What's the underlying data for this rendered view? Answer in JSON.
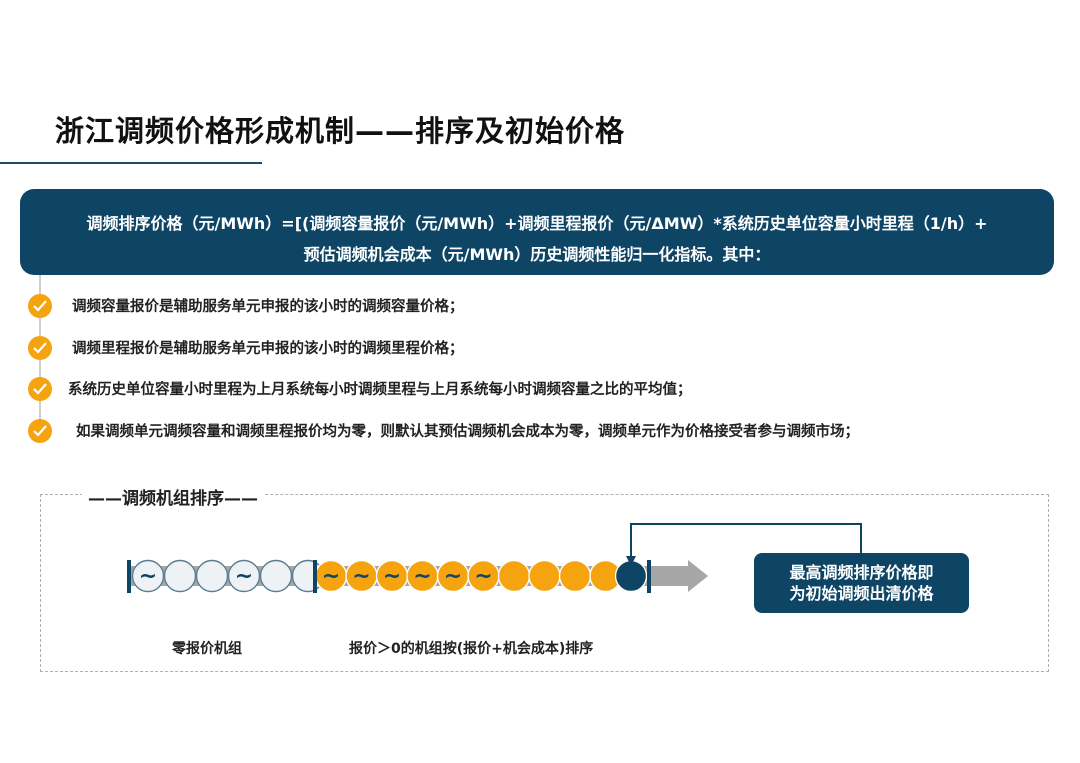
{
  "title": "浙江调频价格形成机制——排序及初始价格",
  "formula": {
    "line1": "调频排序价格（元/MWh）=[(调频容量报价（元/MWh）+调频里程报价（元/ΔMW）*系统历史单位容量小时里程（1/h）+",
    "line2": "预估调频机会成本（元/MWh）历史调频性能归一化指标。其中："
  },
  "bullets": [
    "调频容量报价是辅助服务单元申报的该小时的调频容量价格；",
    "调频里程报价是辅助服务单元申报的该小时的调频里程价格；",
    "系统历史单位容量小时里程为上月系统每小时调频里程与上月系统每小时调频容量之比的平均值；",
    "如果调频单元调频容量和调频里程报价均为零，则默认其预估调频机会成本为零，调频单元作为价格接受者参与调频市场；"
  ],
  "diagram": {
    "section_title": "——调频机组排序——",
    "label_zero": "零报价机组",
    "label_positive": "报价＞0的机组按(报价+机会成本)排序",
    "callout_line1": "最高调频排序价格即",
    "callout_line2": "为初始调频出清价格",
    "wave_glyph": "~",
    "zero_units": [
      true,
      false,
      false,
      true,
      false,
      false
    ],
    "positive_units": [
      true,
      true,
      true,
      true,
      true,
      true,
      false,
      false,
      false,
      false
    ],
    "colors": {
      "navy": "#0e4565",
      "orange": "#f5a30f",
      "zero_fill": "#eef2f5",
      "arrow": "#a6a6a6"
    }
  }
}
